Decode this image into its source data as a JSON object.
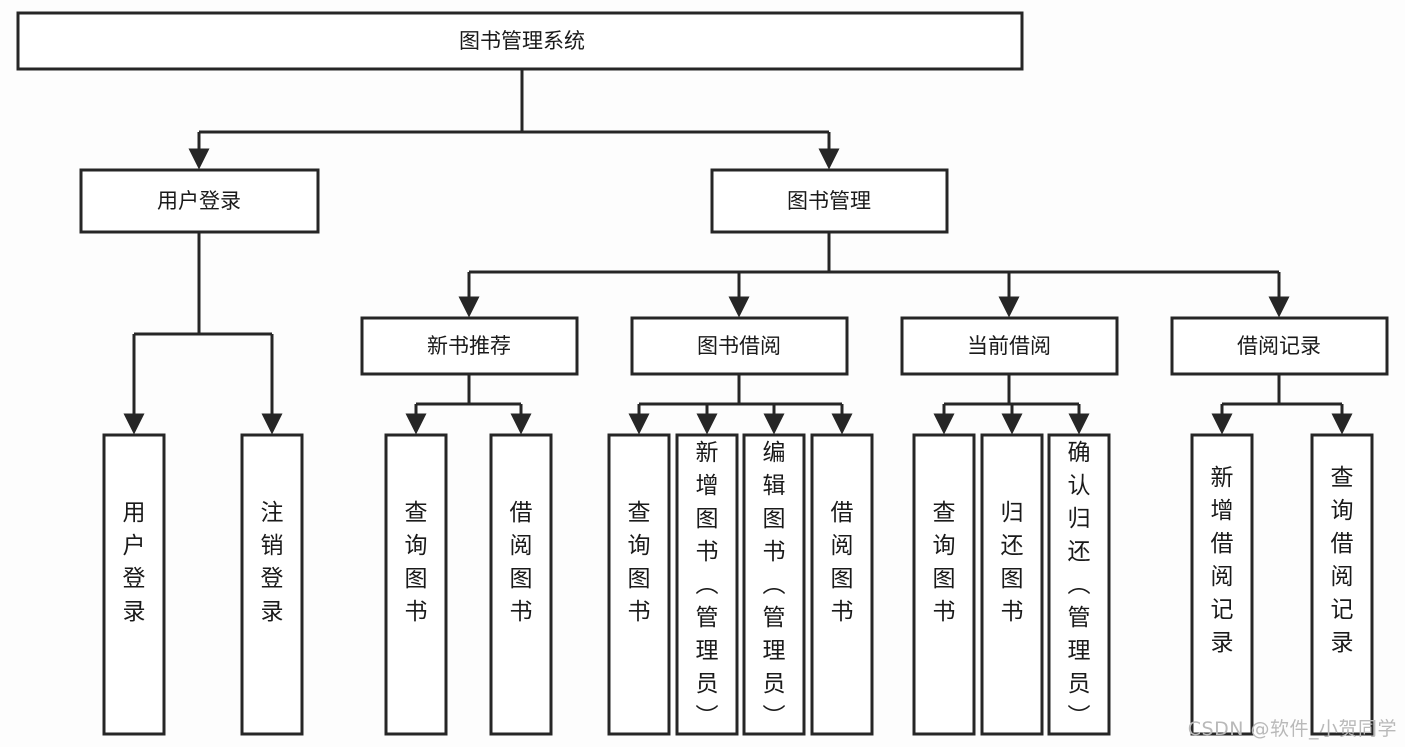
{
  "diagram": {
    "type": "tree-hierarchy-chart",
    "title": "图书管理系统",
    "watermark": "CSDN @软件_小贺同学",
    "colors": {
      "background": "#fdfdfd",
      "box_fill": "#ffffff",
      "box_stroke": "#262626",
      "text": "#1a1a1a",
      "watermark": "#b9b9b9"
    },
    "root": {
      "label": "图书管理系统"
    },
    "level2": [
      {
        "label": "用户登录"
      },
      {
        "label": "图书管理"
      }
    ],
    "level3": [
      {
        "label": "新书推荐"
      },
      {
        "label": "图书借阅"
      },
      {
        "label": "当前借阅"
      },
      {
        "label": "借阅记录"
      }
    ],
    "leaves": {
      "user_login": [
        {
          "label": "用户登录"
        },
        {
          "label": "注销登录"
        }
      ],
      "new_book_recommend": [
        {
          "label": "查询图书"
        },
        {
          "label": "借阅图书"
        }
      ],
      "book_borrow": [
        {
          "label": "查询图书"
        },
        {
          "label": "新增图书（管理员）"
        },
        {
          "label": "编辑图书（管理员）"
        },
        {
          "label": "借阅图书"
        }
      ],
      "current_borrow": [
        {
          "label": "查询图书"
        },
        {
          "label": "归还图书"
        },
        {
          "label": "确认归还（管理员）"
        }
      ],
      "borrow_record": [
        {
          "label": "新增借阅记录"
        },
        {
          "label": "查询借阅记录"
        }
      ]
    }
  }
}
